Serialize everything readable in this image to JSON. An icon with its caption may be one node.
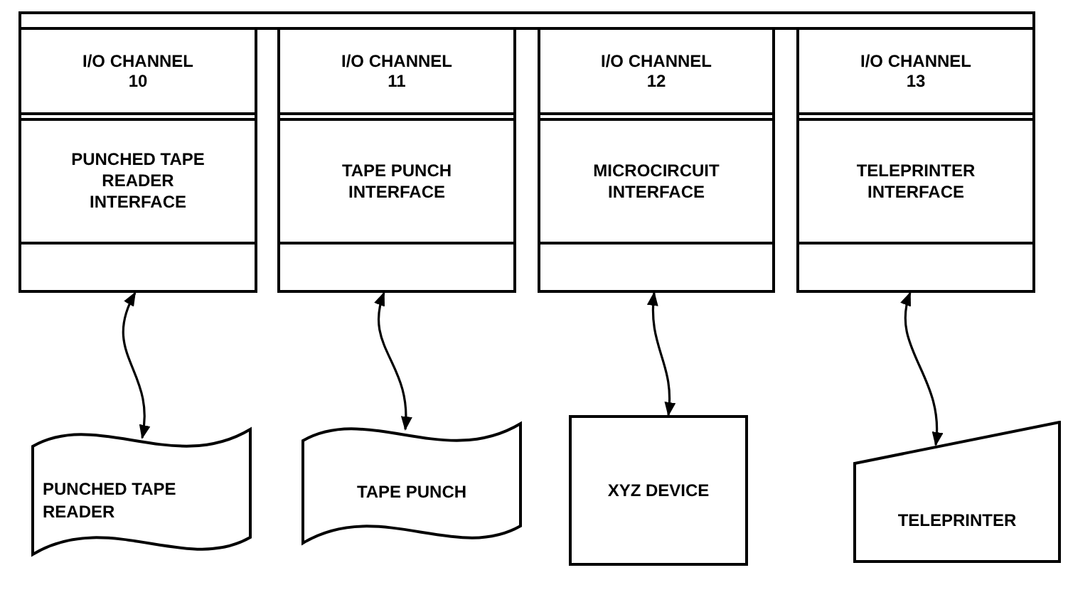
{
  "diagram": {
    "nodes": [
      {
        "text": [],
        "shape": "bar"
      },
      {
        "text": [
          "I/O CHANNEL 10",
          "PUNCHED TAPE READER INTERFACE"
        ]
      },
      {
        "text": [
          "I/O CHANNEL 11",
          "TAPE PUNCH INTERFACE"
        ]
      },
      {
        "text": [
          "I/O CHANNEL 12",
          "MICROCIRCUIT INTERFACE"
        ]
      },
      {
        "text": [
          "I/O CHANNEL 13",
          "TELEPRINTER INTERFACE"
        ]
      },
      {
        "text": [
          "PUNCHED TAPE READER"
        ]
      },
      {
        "text": [
          "TAPE PUNCH"
        ]
      },
      {
        "text": [
          "XYZ DEVICE"
        ]
      },
      {
        "text": [
          "TELEPRINTER"
        ]
      }
    ],
    "edges": [
      {
        "from": 1,
        "to": 5,
        "arrow": "both"
      },
      {
        "from": 2,
        "to": 6,
        "arrow": "both"
      },
      {
        "from": 3,
        "to": 7,
        "arrow": "both"
      },
      {
        "from": 4,
        "to": 8,
        "arrow": "both"
      }
    ]
  }
}
